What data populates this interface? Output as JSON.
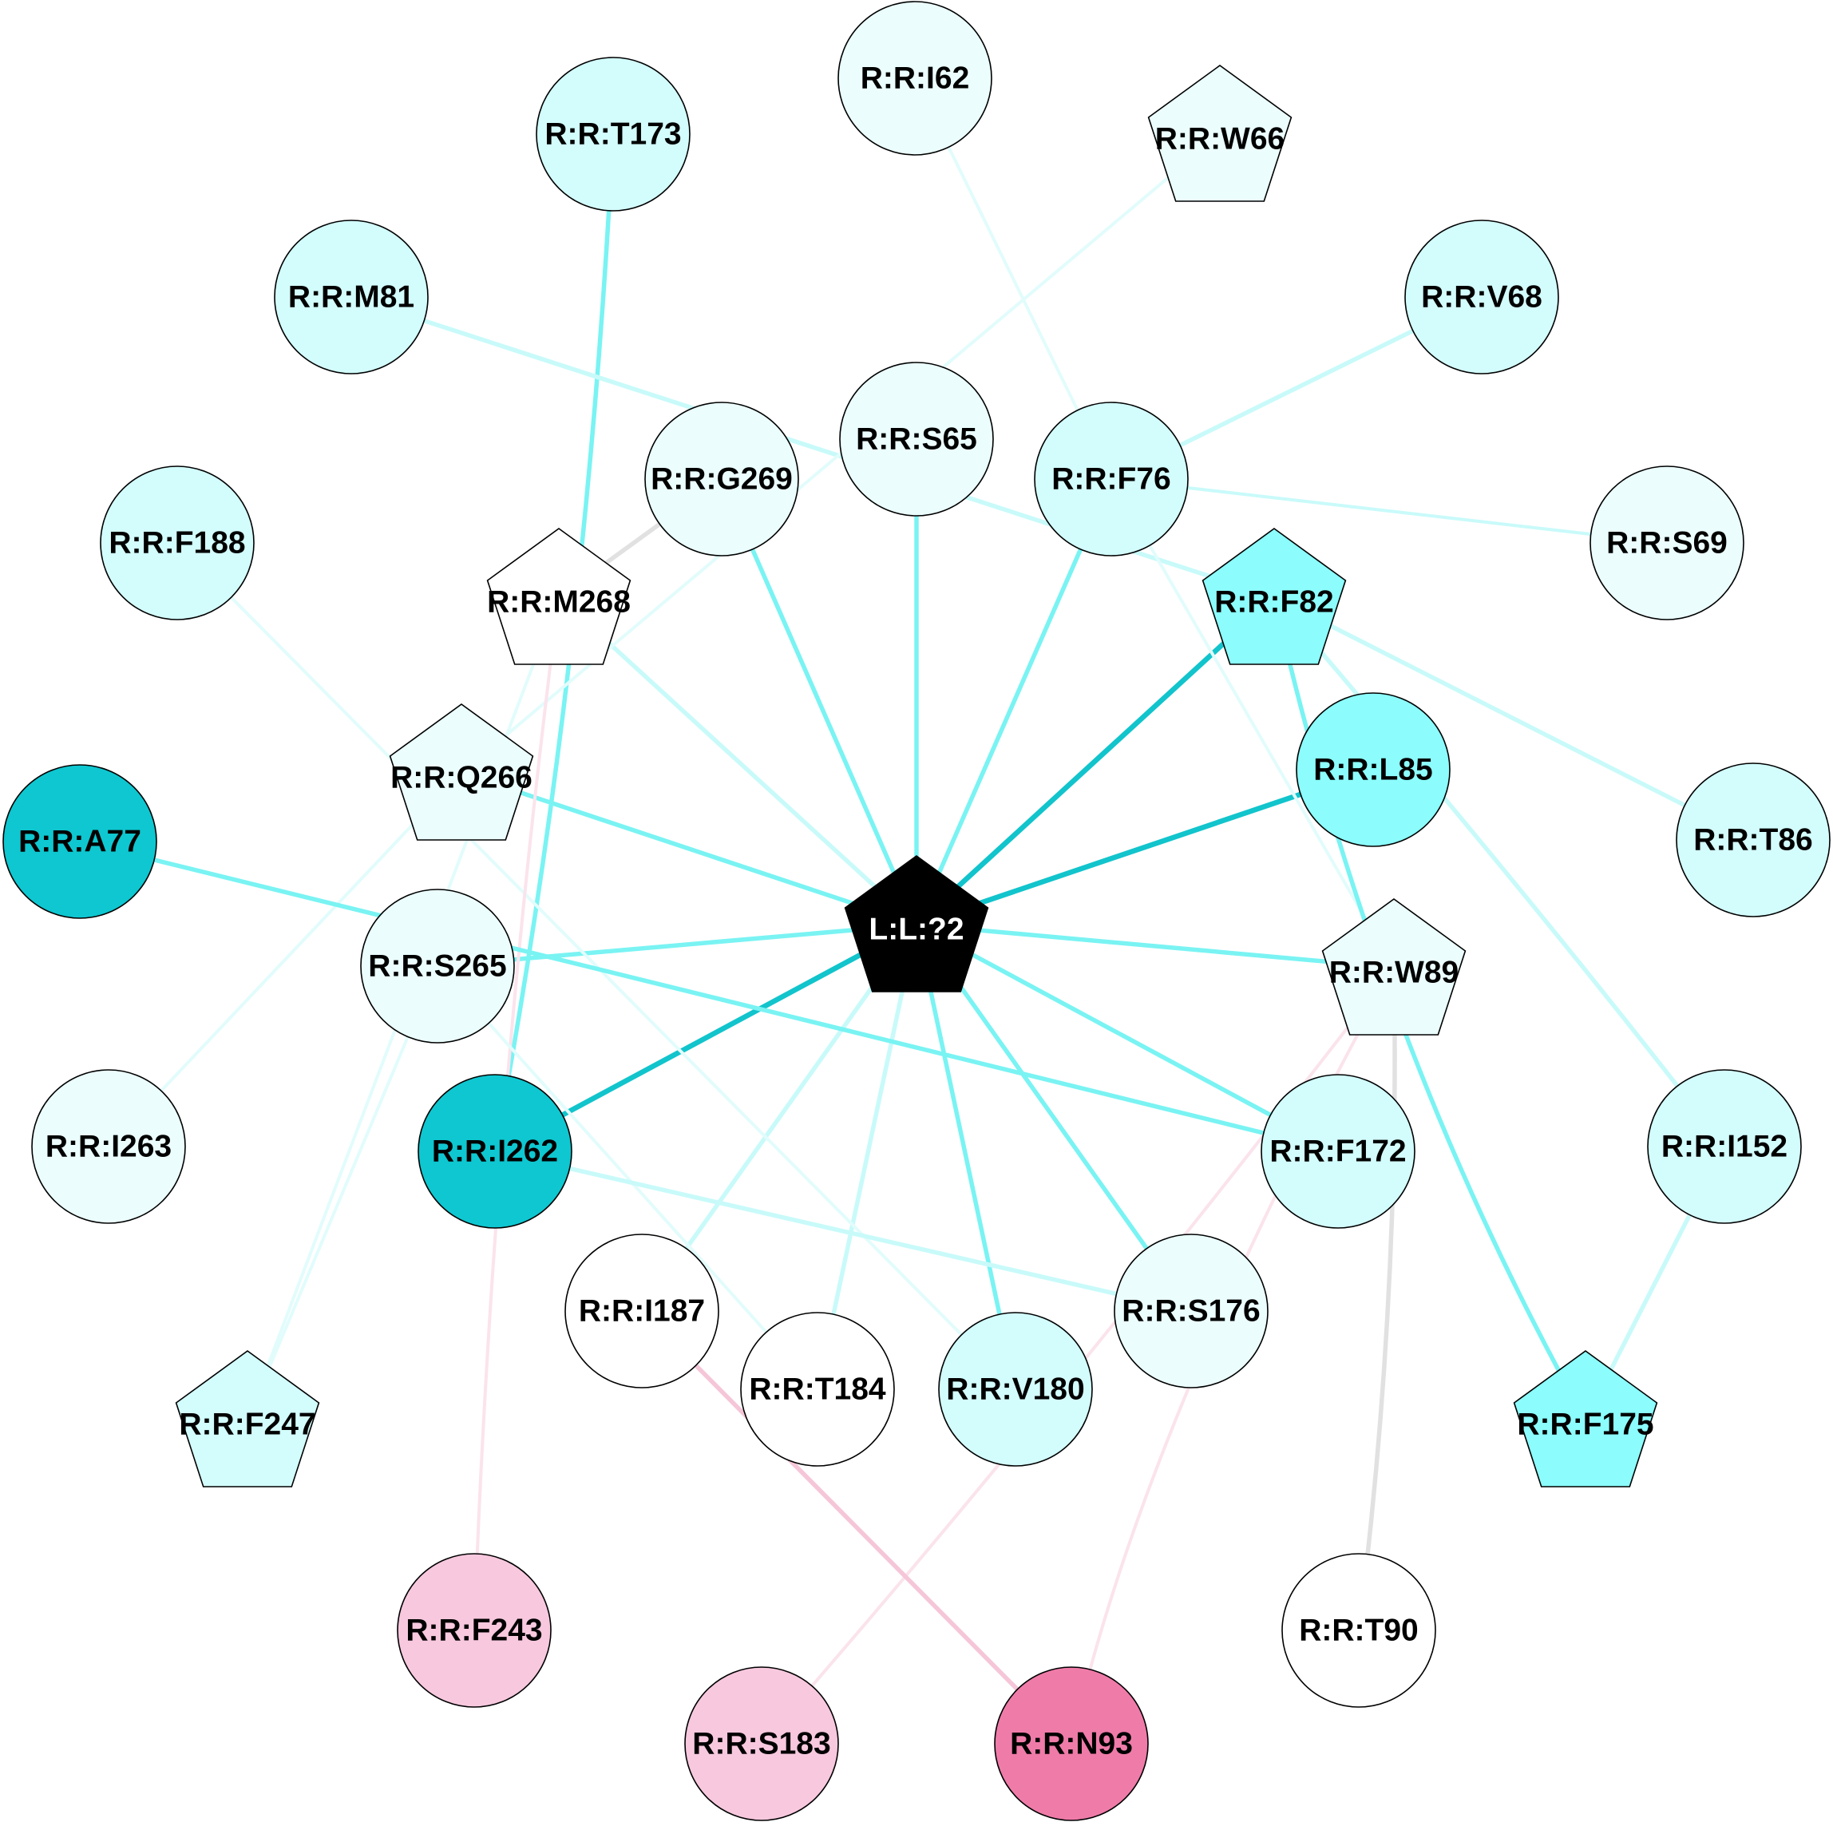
{
  "colors": {
    "black": "#000000",
    "white": "#ffffff",
    "teal_dark": "#0ec7d0",
    "cyan_mid": "#8cfcfc",
    "cyan_light": "#d3fcfc",
    "cyan_pale": "#ebfdfd",
    "pink_light": "#f7c8de",
    "pink_dark": "#ef7ba9",
    "edge_cyan": "#7af3f3",
    "edge_teal": "#12c4cc",
    "edge_light": "#c9fafa",
    "edge_pale": "#e2fcfc",
    "edge_pink": "#fbe3ec",
    "edge_pink_mid": "#f5c6d8",
    "edge_gray": "#e1e1e1"
  },
  "nodes": [
    {
      "id": "L:L:?2",
      "label": "L:L:?2",
      "shape": "pentagon",
      "fill": "black",
      "text": "white"
    },
    {
      "id": "R:R:T173",
      "label": "R:R:T173",
      "shape": "circle",
      "fill": "cyan_light"
    },
    {
      "id": "R:R:I62",
      "label": "R:R:I62",
      "shape": "circle",
      "fill": "cyan_pale"
    },
    {
      "id": "R:R:W66",
      "label": "R:R:W66",
      "shape": "pentagon",
      "fill": "cyan_pale"
    },
    {
      "id": "R:R:M81",
      "label": "R:R:M81",
      "shape": "circle",
      "fill": "cyan_light"
    },
    {
      "id": "R:R:V68",
      "label": "R:R:V68",
      "shape": "circle",
      "fill": "cyan_light"
    },
    {
      "id": "R:R:S65",
      "label": "R:R:S65",
      "shape": "circle",
      "fill": "cyan_pale"
    },
    {
      "id": "R:R:G269",
      "label": "R:R:G269",
      "shape": "circle",
      "fill": "cyan_pale"
    },
    {
      "id": "R:R:F76",
      "label": "R:R:F76",
      "shape": "circle",
      "fill": "cyan_light"
    },
    {
      "id": "R:R:F188",
      "label": "R:R:F188",
      "shape": "circle",
      "fill": "cyan_light"
    },
    {
      "id": "R:R:S69",
      "label": "R:R:S69",
      "shape": "circle",
      "fill": "cyan_pale"
    },
    {
      "id": "R:R:M268",
      "label": "R:R:M268",
      "shape": "pentagon",
      "fill": "white"
    },
    {
      "id": "R:R:F82",
      "label": "R:R:F82",
      "shape": "pentagon",
      "fill": "cyan_mid"
    },
    {
      "id": "R:R:Q266",
      "label": "R:R:Q266",
      "shape": "pentagon",
      "fill": "cyan_pale"
    },
    {
      "id": "R:R:L85",
      "label": "R:R:L85",
      "shape": "circle",
      "fill": "cyan_mid"
    },
    {
      "id": "R:R:A77",
      "label": "R:R:A77",
      "shape": "circle",
      "fill": "teal_dark"
    },
    {
      "id": "R:R:T86",
      "label": "R:R:T86",
      "shape": "circle",
      "fill": "cyan_light"
    },
    {
      "id": "R:R:S265",
      "label": "R:R:S265",
      "shape": "circle",
      "fill": "cyan_pale"
    },
    {
      "id": "R:R:W89",
      "label": "R:R:W89",
      "shape": "pentagon",
      "fill": "cyan_pale"
    },
    {
      "id": "R:R:I263",
      "label": "R:R:I263",
      "shape": "circle",
      "fill": "cyan_pale"
    },
    {
      "id": "R:R:I262",
      "label": "R:R:I262",
      "shape": "circle",
      "fill": "teal_dark"
    },
    {
      "id": "R:R:F172",
      "label": "R:R:F172",
      "shape": "circle",
      "fill": "cyan_light"
    },
    {
      "id": "R:R:I152",
      "label": "R:R:I152",
      "shape": "circle",
      "fill": "cyan_light"
    },
    {
      "id": "R:R:I187",
      "label": "R:R:I187",
      "shape": "circle",
      "fill": "white"
    },
    {
      "id": "R:R:S176",
      "label": "R:R:S176",
      "shape": "circle",
      "fill": "cyan_pale"
    },
    {
      "id": "R:R:T184",
      "label": "R:R:T184",
      "shape": "circle",
      "fill": "white"
    },
    {
      "id": "R:R:V180",
      "label": "R:R:V180",
      "shape": "circle",
      "fill": "cyan_light"
    },
    {
      "id": "R:R:F247",
      "label": "R:R:F247",
      "shape": "pentagon",
      "fill": "cyan_light"
    },
    {
      "id": "R:R:F175",
      "label": "R:R:F175",
      "shape": "pentagon",
      "fill": "cyan_mid"
    },
    {
      "id": "R:R:F243",
      "label": "R:R:F243",
      "shape": "circle",
      "fill": "pink_light"
    },
    {
      "id": "R:R:T90",
      "label": "R:R:T90",
      "shape": "circle",
      "fill": "white"
    },
    {
      "id": "R:R:S183",
      "label": "R:R:S183",
      "shape": "circle",
      "fill": "pink_light"
    },
    {
      "id": "R:R:N93",
      "label": "R:R:N93",
      "shape": "circle",
      "fill": "pink_dark"
    }
  ],
  "edges": [
    {
      "source": "L:L:?2",
      "target": "R:R:S65",
      "color": "edge_cyan",
      "weight": "medium"
    },
    {
      "source": "L:L:?2",
      "target": "R:R:G269",
      "color": "edge_cyan",
      "weight": "medium"
    },
    {
      "source": "L:L:?2",
      "target": "R:R:F76",
      "color": "edge_cyan",
      "weight": "medium"
    },
    {
      "source": "L:L:?2",
      "target": "R:R:F82",
      "color": "edge_teal",
      "weight": "heavy"
    },
    {
      "source": "L:L:?2",
      "target": "R:R:L85",
      "color": "edge_teal",
      "weight": "heavy"
    },
    {
      "source": "L:L:?2",
      "target": "R:R:W89",
      "color": "edge_cyan",
      "weight": "medium"
    },
    {
      "source": "L:L:?2",
      "target": "R:R:F172",
      "color": "edge_cyan",
      "weight": "medium"
    },
    {
      "source": "L:L:?2",
      "target": "R:R:S176",
      "color": "edge_cyan",
      "weight": "medium"
    },
    {
      "source": "L:L:?2",
      "target": "R:R:V180",
      "color": "edge_cyan",
      "weight": "medium"
    },
    {
      "source": "L:L:?2",
      "target": "R:R:T184",
      "color": "edge_light",
      "weight": "medium"
    },
    {
      "source": "L:L:?2",
      "target": "R:R:I187",
      "color": "edge_light",
      "weight": "medium"
    },
    {
      "source": "L:L:?2",
      "target": "R:R:I262",
      "color": "edge_teal",
      "weight": "heavy"
    },
    {
      "source": "L:L:?2",
      "target": "R:R:S265",
      "color": "edge_cyan",
      "weight": "medium"
    },
    {
      "source": "L:L:?2",
      "target": "R:R:Q266",
      "color": "edge_cyan",
      "weight": "medium"
    },
    {
      "source": "L:L:?2",
      "target": "R:R:M268",
      "color": "edge_light",
      "weight": "medium"
    },
    {
      "source": "R:R:T173",
      "target": "R:R:I262",
      "color": "edge_cyan",
      "weight": "medium"
    },
    {
      "source": "R:R:M81",
      "target": "R:R:F82",
      "color": "edge_light",
      "weight": "medium"
    },
    {
      "source": "R:R:I62",
      "target": "R:R:F76",
      "color": "edge_pale",
      "weight": "light"
    },
    {
      "source": "R:R:W66",
      "target": "R:R:Q266",
      "color": "edge_pale",
      "weight": "light"
    },
    {
      "source": "R:R:V68",
      "target": "R:R:F76",
      "color": "edge_light",
      "weight": "medium"
    },
    {
      "source": "R:R:F76",
      "target": "R:R:S69",
      "color": "edge_light",
      "weight": "light"
    },
    {
      "source": "R:R:F76",
      "target": "R:R:W89",
      "color": "edge_pale",
      "weight": "light"
    },
    {
      "source": "R:R:G269",
      "target": "R:R:M268",
      "color": "edge_gray",
      "weight": "medium"
    },
    {
      "source": "R:R:F188",
      "target": "R:R:V180",
      "color": "edge_pale",
      "weight": "light"
    },
    {
      "source": "R:R:F82",
      "target": "R:R:T86",
      "color": "edge_light",
      "weight": "medium"
    },
    {
      "source": "R:R:F82",
      "target": "R:R:I152",
      "color": "edge_light",
      "weight": "medium"
    },
    {
      "source": "R:R:F82",
      "target": "R:R:F175",
      "color": "edge_cyan",
      "weight": "medium"
    },
    {
      "source": "R:R:Q266",
      "target": "R:R:I263",
      "color": "edge_pale",
      "weight": "light"
    },
    {
      "source": "R:R:M268",
      "target": "R:R:F247",
      "color": "edge_pale",
      "weight": "light"
    },
    {
      "source": "R:R:M268",
      "target": "R:R:F243",
      "color": "edge_pink",
      "weight": "light"
    },
    {
      "source": "R:R:A77",
      "target": "R:R:F172",
      "color": "edge_cyan",
      "weight": "medium"
    },
    {
      "source": "R:R:S265",
      "target": "R:R:T184",
      "color": "edge_pale",
      "weight": "light"
    },
    {
      "source": "R:R:S265",
      "target": "R:R:F247",
      "color": "edge_pale",
      "weight": "light"
    },
    {
      "source": "R:R:I262",
      "target": "R:R:S176",
      "color": "edge_light",
      "weight": "medium"
    },
    {
      "source": "R:R:W89",
      "target": "R:R:S183",
      "color": "edge_pink",
      "weight": "light"
    },
    {
      "source": "R:R:W89",
      "target": "R:R:N93",
      "color": "edge_pink",
      "weight": "light"
    },
    {
      "source": "R:R:W89",
      "target": "R:R:T90",
      "color": "edge_gray",
      "weight": "medium"
    },
    {
      "source": "R:R:I152",
      "target": "R:R:F175",
      "color": "edge_light",
      "weight": "medium"
    },
    {
      "source": "R:R:I187",
      "target": "R:R:N93",
      "color": "edge_pink_mid",
      "weight": "medium"
    }
  ]
}
